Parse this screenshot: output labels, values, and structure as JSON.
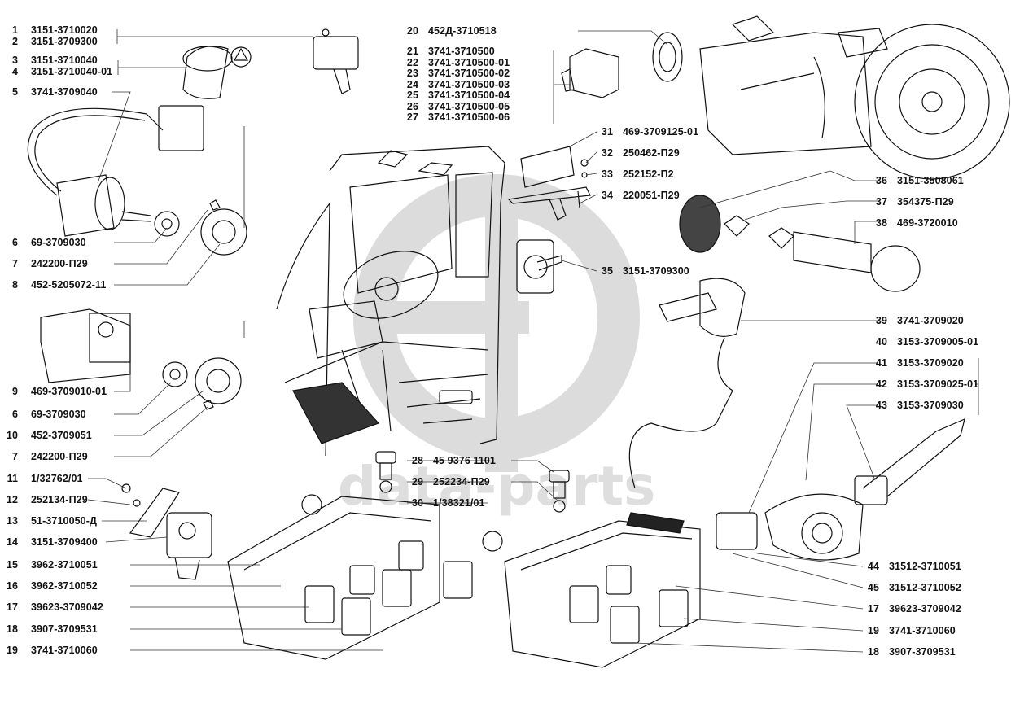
{
  "diagram": {
    "title": "Electrical switches and sensors exploded view",
    "watermark": {
      "text": "data-parts",
      "logo": "dp-circle-logo",
      "color": "#d9d9d9"
    },
    "labels": {
      "left": [
        {
          "num": "1",
          "code": "3151-3710020"
        },
        {
          "num": "2",
          "code": "3151-3709300"
        },
        {
          "num": "3",
          "code": "3151-3710040"
        },
        {
          "num": "4",
          "code": "3151-3710040-01"
        },
        {
          "num": "5",
          "code": "3741-3709040"
        },
        {
          "num": "6",
          "code": "69-3709030"
        },
        {
          "num": "7",
          "code": "242200-П29"
        },
        {
          "num": "8",
          "code": "452-5205072-11"
        },
        {
          "num": "9",
          "code": "469-3709010-01"
        },
        {
          "num": "6",
          "code": "69-3709030"
        },
        {
          "num": "10",
          "code": "452-3709051"
        },
        {
          "num": "7",
          "code": "242200-П29"
        },
        {
          "num": "11",
          "code": "1/32762/01"
        },
        {
          "num": "12",
          "code": "252134-П29"
        },
        {
          "num": "13",
          "code": "51-3710050-Д"
        },
        {
          "num": "14",
          "code": "3151-3709400"
        },
        {
          "num": "15",
          "code": "3962-3710051"
        },
        {
          "num": "16",
          "code": "3962-3710052"
        },
        {
          "num": "17",
          "code": "39623-3709042"
        },
        {
          "num": "18",
          "code": "3907-3709531"
        },
        {
          "num": "19",
          "code": "3741-3710060"
        }
      ],
      "top_center": [
        {
          "num": "20",
          "code": "452Д-3710518"
        },
        {
          "num": "21",
          "code": "3741-3710500"
        },
        {
          "num": "22",
          "code": "3741-3710500-01"
        },
        {
          "num": "23",
          "code": "3741-3710500-02"
        },
        {
          "num": "24",
          "code": "3741-3710500-03"
        },
        {
          "num": "25",
          "code": "3741-3710500-04"
        },
        {
          "num": "26",
          "code": "3741-3710500-05"
        },
        {
          "num": "27",
          "code": "3741-3710500-06"
        }
      ],
      "center_bottom": [
        {
          "num": "28",
          "code": "45 9376 1101"
        },
        {
          "num": "29",
          "code": "252234-П29"
        },
        {
          "num": "30",
          "code": "1/38321/01"
        }
      ],
      "center_right": [
        {
          "num": "31",
          "code": "469-3709125-01"
        },
        {
          "num": "32",
          "code": "250462-П29"
        },
        {
          "num": "33",
          "code": "252152-П2"
        },
        {
          "num": "34",
          "code": "220051-П29"
        },
        {
          "num": "35",
          "code": "3151-3709300"
        }
      ],
      "right": [
        {
          "num": "36",
          "code": "3151-3508061"
        },
        {
          "num": "37",
          "code": "354375-П29"
        },
        {
          "num": "38",
          "code": "469-3720010"
        },
        {
          "num": "39",
          "code": "3741-3709020"
        },
        {
          "num": "40",
          "code": "3153-3709005-01"
        },
        {
          "num": "41",
          "code": "3153-3709020"
        },
        {
          "num": "42",
          "code": "3153-3709025-01"
        },
        {
          "num": "43",
          "code": "3153-3709030"
        },
        {
          "num": "44",
          "code": "31512-3710051"
        },
        {
          "num": "45",
          "code": "31512-3710052"
        },
        {
          "num": "17",
          "code": "39623-3709042"
        },
        {
          "num": "19",
          "code": "3741-3710060"
        },
        {
          "num": "18",
          "code": "3907-3709531"
        }
      ]
    }
  }
}
